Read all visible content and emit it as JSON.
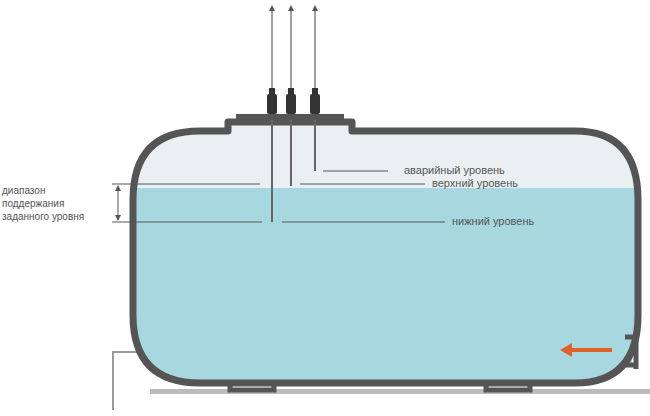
{
  "diagram": {
    "labels": [
      "аварийный уровень",
      "верхний уровень",
      "нижний уровень",
      "диапазон поддержания заданного уровня"
    ]
  }
}
